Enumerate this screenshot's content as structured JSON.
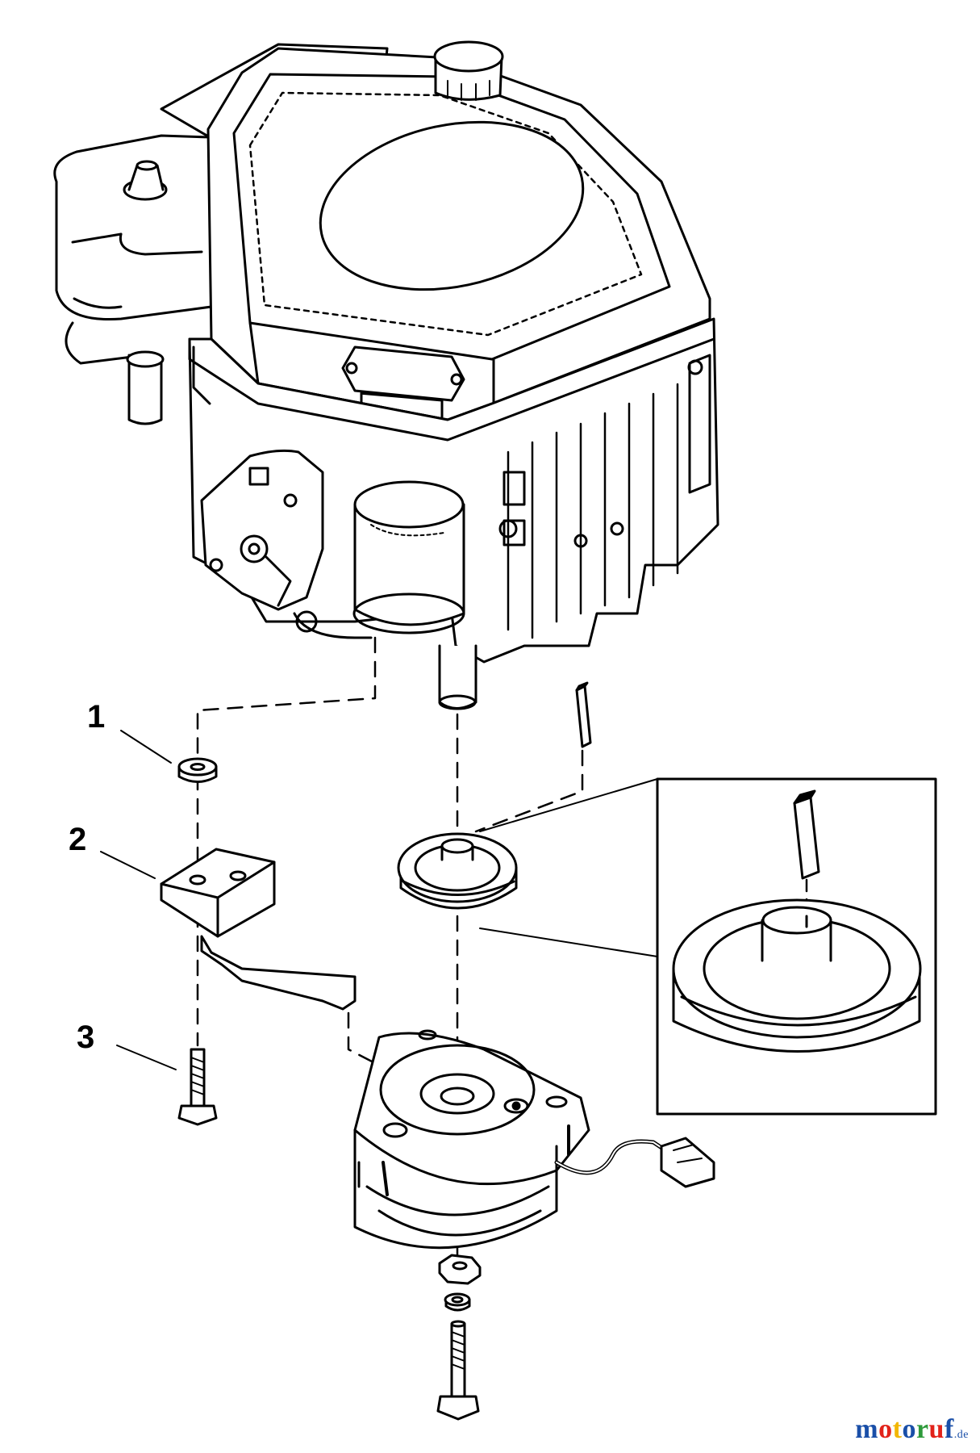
{
  "callouts": [
    {
      "id": "1",
      "part": "washer"
    },
    {
      "id": "2",
      "part": "bracket"
    },
    {
      "id": "3",
      "part": "bolt"
    }
  ],
  "watermark": {
    "letters": [
      {
        "ch": "m",
        "color": "#1a4fa8"
      },
      {
        "ch": "o",
        "color": "#e2231a"
      },
      {
        "ch": "t",
        "color": "#f2b705"
      },
      {
        "ch": "o",
        "color": "#1a4fa8"
      },
      {
        "ch": "r",
        "color": "#2e9a3a"
      },
      {
        "ch": "u",
        "color": "#e2231a"
      },
      {
        "ch": "f",
        "color": "#1a4fa8"
      }
    ],
    "suffix": ".de",
    "suffix_color": "#1a4fa8"
  },
  "colors": {
    "ink": "#000000",
    "paper": "#ffffff"
  }
}
